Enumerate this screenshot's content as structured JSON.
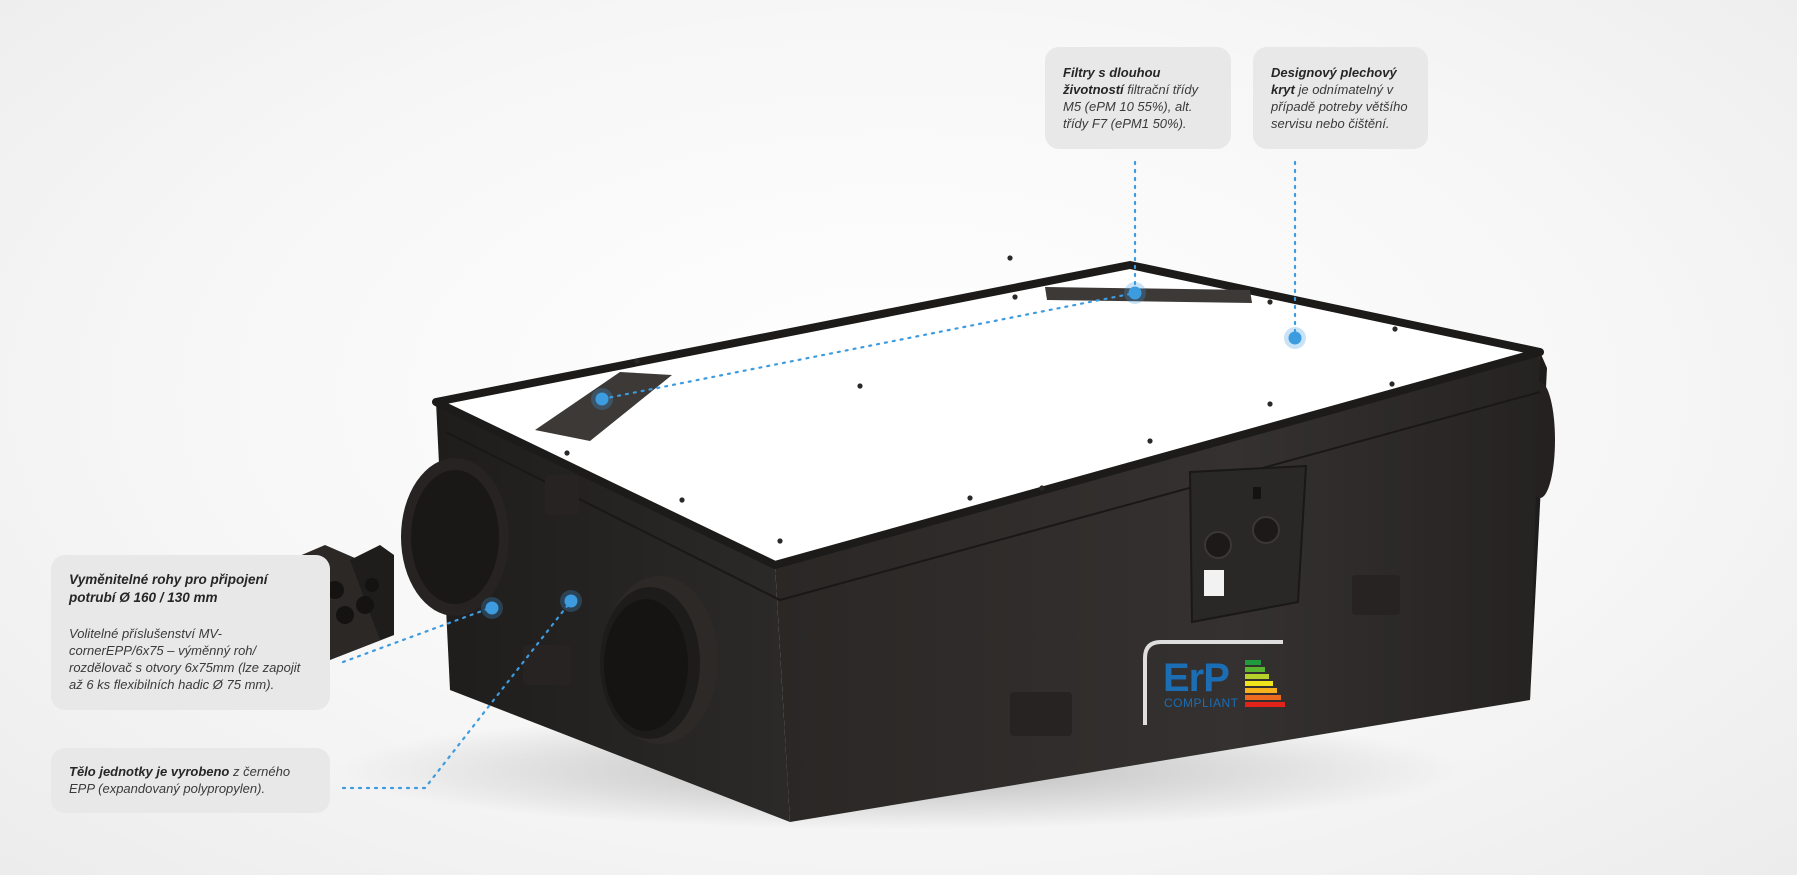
{
  "callouts": {
    "filters": {
      "bold": "Filtry s dlouhou životností",
      "rest": " filtrační třídy M5 (ePM 10 55%), alt. třídy F7 (ePM1 50%)."
    },
    "cover": {
      "bold": "Designový plechový kryt",
      "rest": " je odnímatelný v případě potreby většího servisu nebo čištění."
    },
    "corners": {
      "title": "Vyměnitelné rohy pro připojení potrubí Ø 160 / 130 mm",
      "description": "Volitelné příslušenství MV-cornerEPP/6x75 – výměnný roh/ rozdělovač s otvory 6x75mm (lze zapojit až 6 ks flexibilních hadic Ø 75 mm)."
    },
    "body": {
      "bold": "Tělo jednotky je vyrobeno",
      "rest": " z černého EPP (expandovaný polypropylen)."
    }
  },
  "badge": {
    "logo_text": "ErP",
    "sub_text": "COMPLIANT"
  },
  "colors": {
    "accent_blue": "#3d9be0",
    "unit_body": "#2e2b28",
    "unit_top": "#ffffff",
    "callout_bg": "#e8e8e8",
    "erp_blue": "#1b6db4"
  }
}
